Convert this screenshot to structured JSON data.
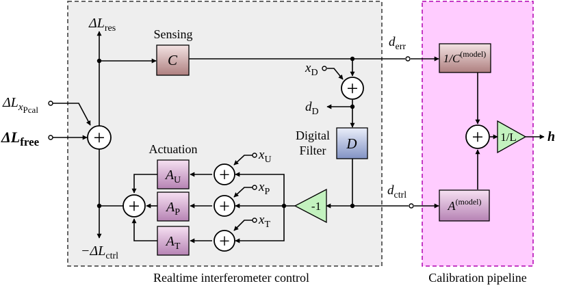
{
  "regions": {
    "realtime": {
      "caption": "Realtime interferometer control"
    },
    "calibration": {
      "caption": "Calibration pipeline"
    }
  },
  "inputs": {
    "delta_free": {
      "prefix": "ΔL",
      "sub": "free"
    },
    "delta_xpcal": {
      "prefix": "ΔL",
      "sub": "x",
      "subsub": "Pcal"
    },
    "x_d": {
      "main": "x",
      "sub": "D"
    },
    "x_u": {
      "main": "x",
      "sub": "U"
    },
    "x_p": {
      "main": "x",
      "sub": "P"
    },
    "x_t": {
      "main": "x",
      "sub": "T"
    }
  },
  "outputs": {
    "delta_res": {
      "prefix": "ΔL",
      "sub": "res"
    },
    "delta_ctrl": {
      "prefix": "−ΔL",
      "sub": "ctrl"
    },
    "d_d": {
      "main": "d",
      "sub": "D"
    },
    "d_err": {
      "main": "d",
      "sub": "err"
    },
    "d_ctrl": {
      "main": "d",
      "sub": "ctrl"
    },
    "h": "h"
  },
  "labels": {
    "sensing": "Sensing",
    "actuation": "Actuation",
    "digital_filter_line1": "Digital",
    "digital_filter_line2": "Filter"
  },
  "blocks": {
    "sensing": "C",
    "filter": "D",
    "a_u": {
      "main": "A",
      "sub": "U"
    },
    "a_p": {
      "main": "A",
      "sub": "P"
    },
    "a_t": {
      "main": "A",
      "sub": "T"
    },
    "inv_c": {
      "main": "1/C",
      "sup": "(model)"
    },
    "a_model": {
      "main": "A",
      "sup": "(model)"
    },
    "gain_neg": "-1",
    "gain_inv_l": "1/L"
  },
  "sum_symbol": "+",
  "colors": {
    "region_fill": "#eeeeee",
    "region_border": "#333333",
    "calibration_fill": "#ffccff",
    "calibration_border": "#b000b0",
    "sensing_block_top": "#f3e3e3",
    "sensing_block_bottom": "#ae7f7f",
    "filter_block_top": "#eaeefa",
    "filter_block_bottom": "#8293c4",
    "actuator_block_top": "#f6e0f2",
    "actuator_block_bottom": "#b683b4",
    "gain_fill": "#c3f2bf",
    "line": "#000000"
  }
}
